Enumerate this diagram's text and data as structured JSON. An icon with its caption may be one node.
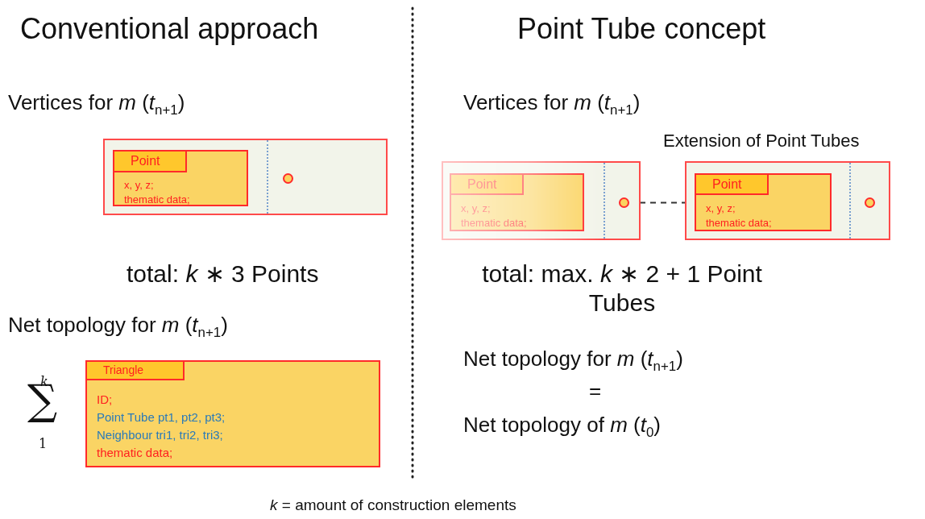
{
  "diagram": {
    "nodes": [
      {
        "text": [],
        "shape": "box"
      },
      {
        "text": [
          "Point",
          "x, y, z;",
          "thematic data;"
        ],
        "in": 0
      },
      {
        "text": [],
        "shape": "circle",
        "in": 0
      },
      {
        "text": [],
        "shape": "box"
      },
      {
        "text": [
          "Point",
          "x, y, z;",
          "thematic data;"
        ],
        "in": 3
      },
      {
        "text": [],
        "shape": "circle",
        "in": 3
      },
      {
        "text": [],
        "shape": "box",
        "beside": [
          "Extension of Point Tubes"
        ]
      },
      {
        "text": [
          "Point",
          "x, y, z;",
          "thematic data;"
        ],
        "in": 6
      },
      {
        "text": [],
        "shape": "circle",
        "in": 6
      },
      {
        "text": [
          "Triangle",
          "ID;",
          "Point Tube pt1, pt2, pt3;",
          "Neighbour tri1, tri2, tri3;",
          "thematic data;"
        ]
      }
    ],
    "edges": [
      {
        "from": 5,
        "to": 6,
        "arrow": "none",
        "style": "dashed"
      }
    ],
    "labels": [
      "Conventional approach",
      "Point Tube concept",
      "Vertices for *m* (*t*$_{n+1}$)",
      "Vertices for *m* (*t*$_{n+1}$)",
      "total: *k* ∗ 3 Points",
      "total: max. *k* ∗ 2 + 1 Point Tubes",
      "Net topology for *m* (*t*$_{n+1}$)",
      "Net topology for *m* (*t*$_{n+1}$)",
      "k",
      "∑",
      "1",
      "=",
      "Net topology of *m* (*t*$_{0}$)",
      "*k* = amount of construction elements"
    ]
  }
}
